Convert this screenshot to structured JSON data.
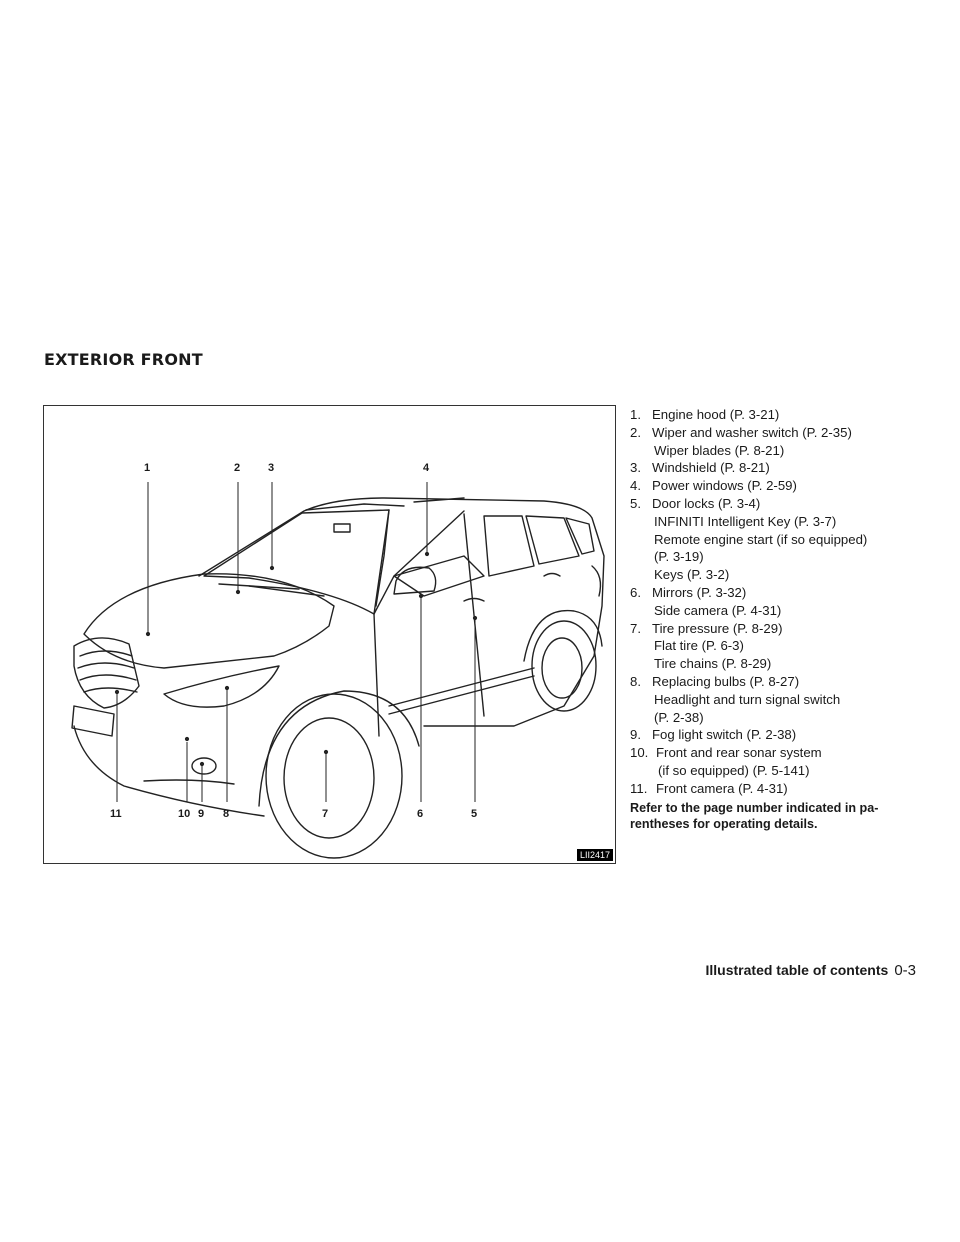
{
  "section_title": "EXTERIOR FRONT",
  "figure": {
    "code": "LII2417",
    "callouts": [
      "1",
      "2",
      "3",
      "4",
      "5",
      "6",
      "7",
      "8",
      "9",
      "10",
      "11"
    ]
  },
  "contents": {
    "items": [
      {
        "num": "1.",
        "label": "Engine hood (P. 3-21)",
        "subs": []
      },
      {
        "num": "2.",
        "label": "Wiper and washer switch (P. 2-35)",
        "subs": [
          "Wiper blades (P. 8-21)"
        ]
      },
      {
        "num": "3.",
        "label": "Windshield (P. 8-21)",
        "subs": []
      },
      {
        "num": "4.",
        "label": "Power windows (P. 2-59)",
        "subs": []
      },
      {
        "num": "5.",
        "label": "Door locks (P. 3-4)",
        "subs": [
          "INFINITI Intelligent Key (P. 3-7)",
          "Remote engine start (if so equipped)",
          "(P. 3-19)",
          "Keys (P. 3-2)"
        ]
      },
      {
        "num": "6.",
        "label": "Mirrors (P. 3-32)",
        "subs": [
          "Side camera (P. 4-31)"
        ]
      },
      {
        "num": "7.",
        "label": "Tire pressure (P. 8-29)",
        "subs": [
          "Flat tire (P. 6-3)",
          "Tire chains (P. 8-29)"
        ]
      },
      {
        "num": "8.",
        "label": "Replacing bulbs (P. 8-27)",
        "subs": [
          "Headlight and turn signal switch",
          "(P. 2-38)"
        ]
      },
      {
        "num": "9.",
        "label": "Fog light switch (P. 2-38)",
        "subs": []
      },
      {
        "num": "10.",
        "label": "Front and rear sonar system",
        "subs": [
          "(if so equipped) (P. 5-141)"
        ]
      },
      {
        "num": "11.",
        "label": "Front camera (P. 4-31)",
        "subs": []
      }
    ],
    "note": "Refer to the page number indicated in pa-rentheses for operating details."
  },
  "footer": {
    "label": "Illustrated table of contents",
    "page": "0-3"
  }
}
